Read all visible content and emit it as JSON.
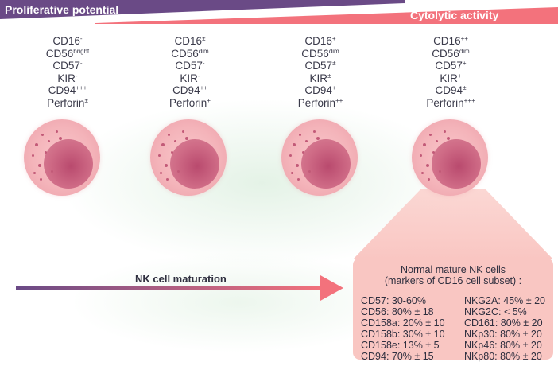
{
  "banner": {
    "left_label": "Proliferative potential",
    "right_label": "Cytolytic activity",
    "colors": {
      "dark_purple": "#6a4a86",
      "pink": "#f3727c"
    }
  },
  "stages": [
    {
      "markers": [
        {
          "base": "CD16",
          "sup": "-"
        },
        {
          "base": "CD56",
          "sup": "bright"
        },
        {
          "base": "CD57",
          "sup": "-"
        },
        {
          "base": "KIR",
          "sup": "-"
        },
        {
          "base": "CD94",
          "sup": "+++"
        },
        {
          "base": "Perforin",
          "sup": "±"
        }
      ]
    },
    {
      "markers": [
        {
          "base": "CD16",
          "sup": "±"
        },
        {
          "base": "CD56",
          "sup": "dim"
        },
        {
          "base": "CD57",
          "sup": "-"
        },
        {
          "base": "KIR",
          "sup": "-"
        },
        {
          "base": "CD94",
          "sup": "++"
        },
        {
          "base": "Perforin",
          "sup": "+"
        }
      ]
    },
    {
      "markers": [
        {
          "base": "CD16",
          "sup": "+"
        },
        {
          "base": "CD56",
          "sup": "dim"
        },
        {
          "base": "CD57",
          "sup": "±"
        },
        {
          "base": "KIR",
          "sup": "±"
        },
        {
          "base": "CD94",
          "sup": "+"
        },
        {
          "base": "Perforin",
          "sup": "++"
        }
      ]
    },
    {
      "markers": [
        {
          "base": "CD16",
          "sup": "++"
        },
        {
          "base": "CD56",
          "sup": "dim"
        },
        {
          "base": "CD57",
          "sup": "+"
        },
        {
          "base": "KIR",
          "sup": "+"
        },
        {
          "base": "CD94",
          "sup": "±"
        },
        {
          "base": "Perforin",
          "sup": "+++"
        }
      ]
    }
  ],
  "maturation_arrow": {
    "label": "NK cell maturation",
    "colors": {
      "start": "#6a4a86",
      "end": "#f3727c"
    }
  },
  "info_box": {
    "title_line1": "Normal mature NK cells",
    "title_line2": "(markers of CD16 cell subset) :",
    "left_items": [
      "CD57: 30-60%",
      "CD56: 80% ± 18",
      "CD158a: 20% ± 10",
      "CD158b: 30% ± 10",
      "CD158e: 13% ± 5",
      "CD94: 70% ± 15"
    ],
    "right_items": [
      "NKG2A: 45% ± 20",
      "NKG2C: < 5%",
      "CD161: 80% ± 20",
      "NKp30: 80% ± 20",
      "NKp46: 80% ± 20",
      "NKp80: 80% ± 20"
    ],
    "color": "#f9c6c2"
  }
}
